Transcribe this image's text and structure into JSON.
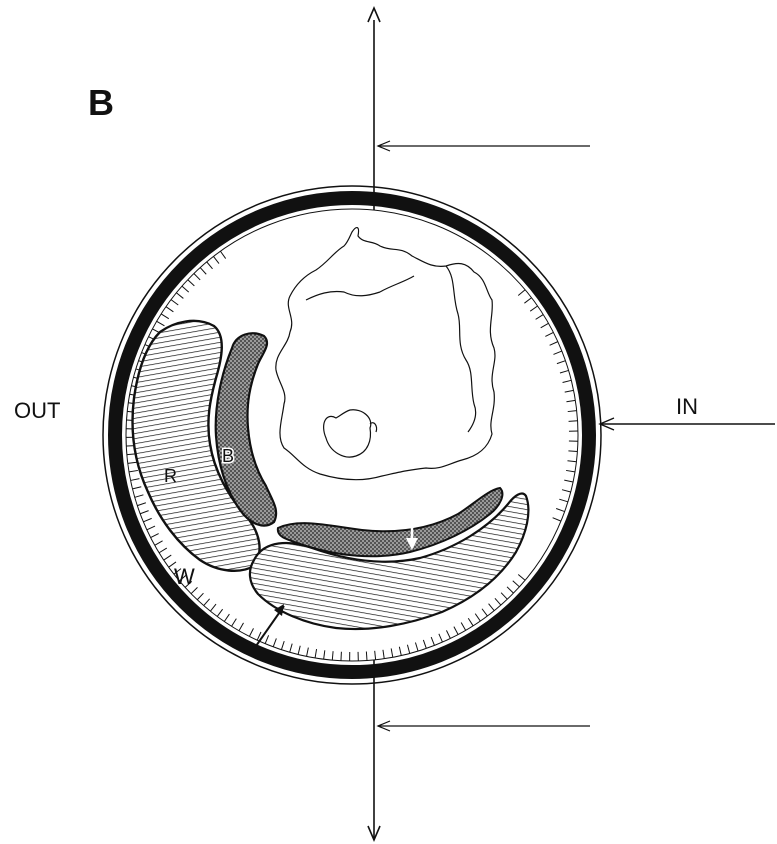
{
  "diagram": {
    "panel_label": "B",
    "label_out": "OUT",
    "label_in": "IN",
    "zone_labels": {
      "r": "R",
      "b": "B",
      "w": "W"
    },
    "colors": {
      "ink": "#111111",
      "paper": "#ffffff",
      "stipple": "#555555"
    }
  }
}
